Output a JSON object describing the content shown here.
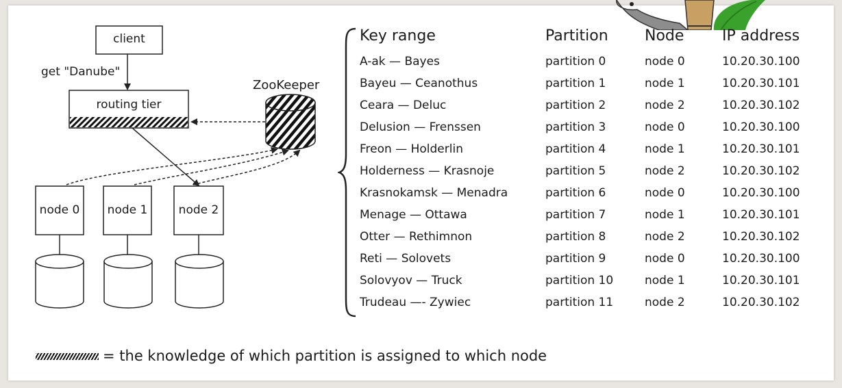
{
  "diagram": {
    "client_label": "client",
    "request_label": "get \"Danube\"",
    "routing_tier_label": "routing tier",
    "zookeeper_label": "ZooKeeper",
    "nodes": [
      "node 0",
      "node 1",
      "node 2"
    ]
  },
  "table": {
    "headers": [
      "Key range",
      "Partition",
      "Node",
      "IP address"
    ],
    "rows": [
      [
        "A-ak — Bayes",
        "partition 0",
        "node 0",
        "10.20.30.100"
      ],
      [
        "Bayeu — Ceanothus",
        "partition 1",
        "node 1",
        "10.20.30.101"
      ],
      [
        "Ceara — Deluc",
        "partition 2",
        "node 2",
        "10.20.30.102"
      ],
      [
        "Delusion — Frenssen",
        "partition 3",
        "node 0",
        "10.20.30.100"
      ],
      [
        "Freon — Holderlin",
        "partition 4",
        "node 1",
        "10.20.30.101"
      ],
      [
        "Holderness — Krasnoje",
        "partition 5",
        "node 2",
        "10.20.30.102"
      ],
      [
        "Krasnokamsk — Menadra",
        "partition 6",
        "node 0",
        "10.20.30.100"
      ],
      [
        "Menage — Ottawa",
        "partition 7",
        "node 1",
        "10.20.30.101"
      ],
      [
        "Otter — Rethimnon",
        "partition 8",
        "node 2",
        "10.20.30.102"
      ],
      [
        "Reti — Solovets",
        "partition 9",
        "node 0",
        "10.20.30.100"
      ],
      [
        "Solovyov — Truck",
        "partition 10",
        "node 1",
        "10.20.30.101"
      ],
      [
        "Trudeau —- Zywiec",
        "partition 11",
        "node 2",
        "10.20.30.102"
      ]
    ]
  },
  "legend": {
    "text": "= the knowledge of which partition is assigned to which node"
  },
  "colors": {
    "line": "#222222",
    "leaf": "#3aa12c",
    "mascot_gray": "#8d8d8d"
  }
}
